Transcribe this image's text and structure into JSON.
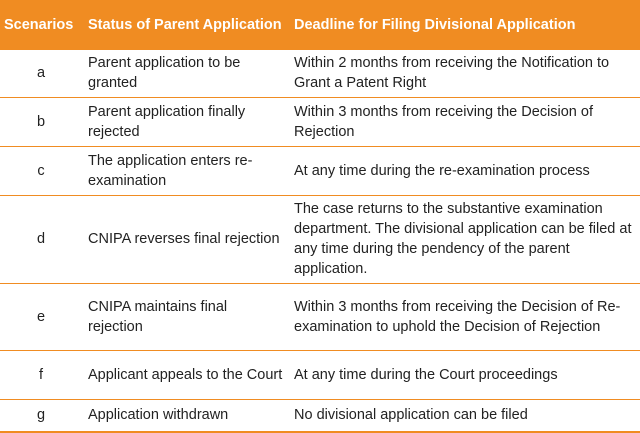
{
  "table": {
    "headers": [
      "Scenarios",
      "Status of Parent Application",
      "Deadline for Filing Divisional Application"
    ],
    "rows": [
      {
        "scenario": "a",
        "status": "Parent application to be granted",
        "deadline": "Within 2 months from receiving the Notification to Grant a Patent Right"
      },
      {
        "scenario": "b",
        "status": "Parent application finally rejected",
        "deadline": "Within 3 months from receiving the Decision of Rejection"
      },
      {
        "scenario": "c",
        "status": "The application enters re-examination",
        "deadline": "At any time during the re-examination process"
      },
      {
        "scenario": "d",
        "status": "CNIPA reverses final rejection",
        "deadline": "The case returns to the substantive examination department. The divisional application can be filed at any time during the pendency of the parent application."
      },
      {
        "scenario": "e",
        "status": "CNIPA maintains final rejection",
        "deadline": "Within 3 months from receiving the Decision of Re-examination to uphold the Decision of Rejection"
      },
      {
        "scenario": "f",
        "status": "Applicant appeals to the Court",
        "deadline": "At any time during the Court proceedings"
      },
      {
        "scenario": "g",
        "status": "Application withdrawn",
        "deadline": "No divisional application can be filed"
      }
    ]
  },
  "colors": {
    "header_background": "#f08c22",
    "header_text": "#ffffff",
    "row_divider": "#f08c22",
    "body_text": "#222222"
  }
}
